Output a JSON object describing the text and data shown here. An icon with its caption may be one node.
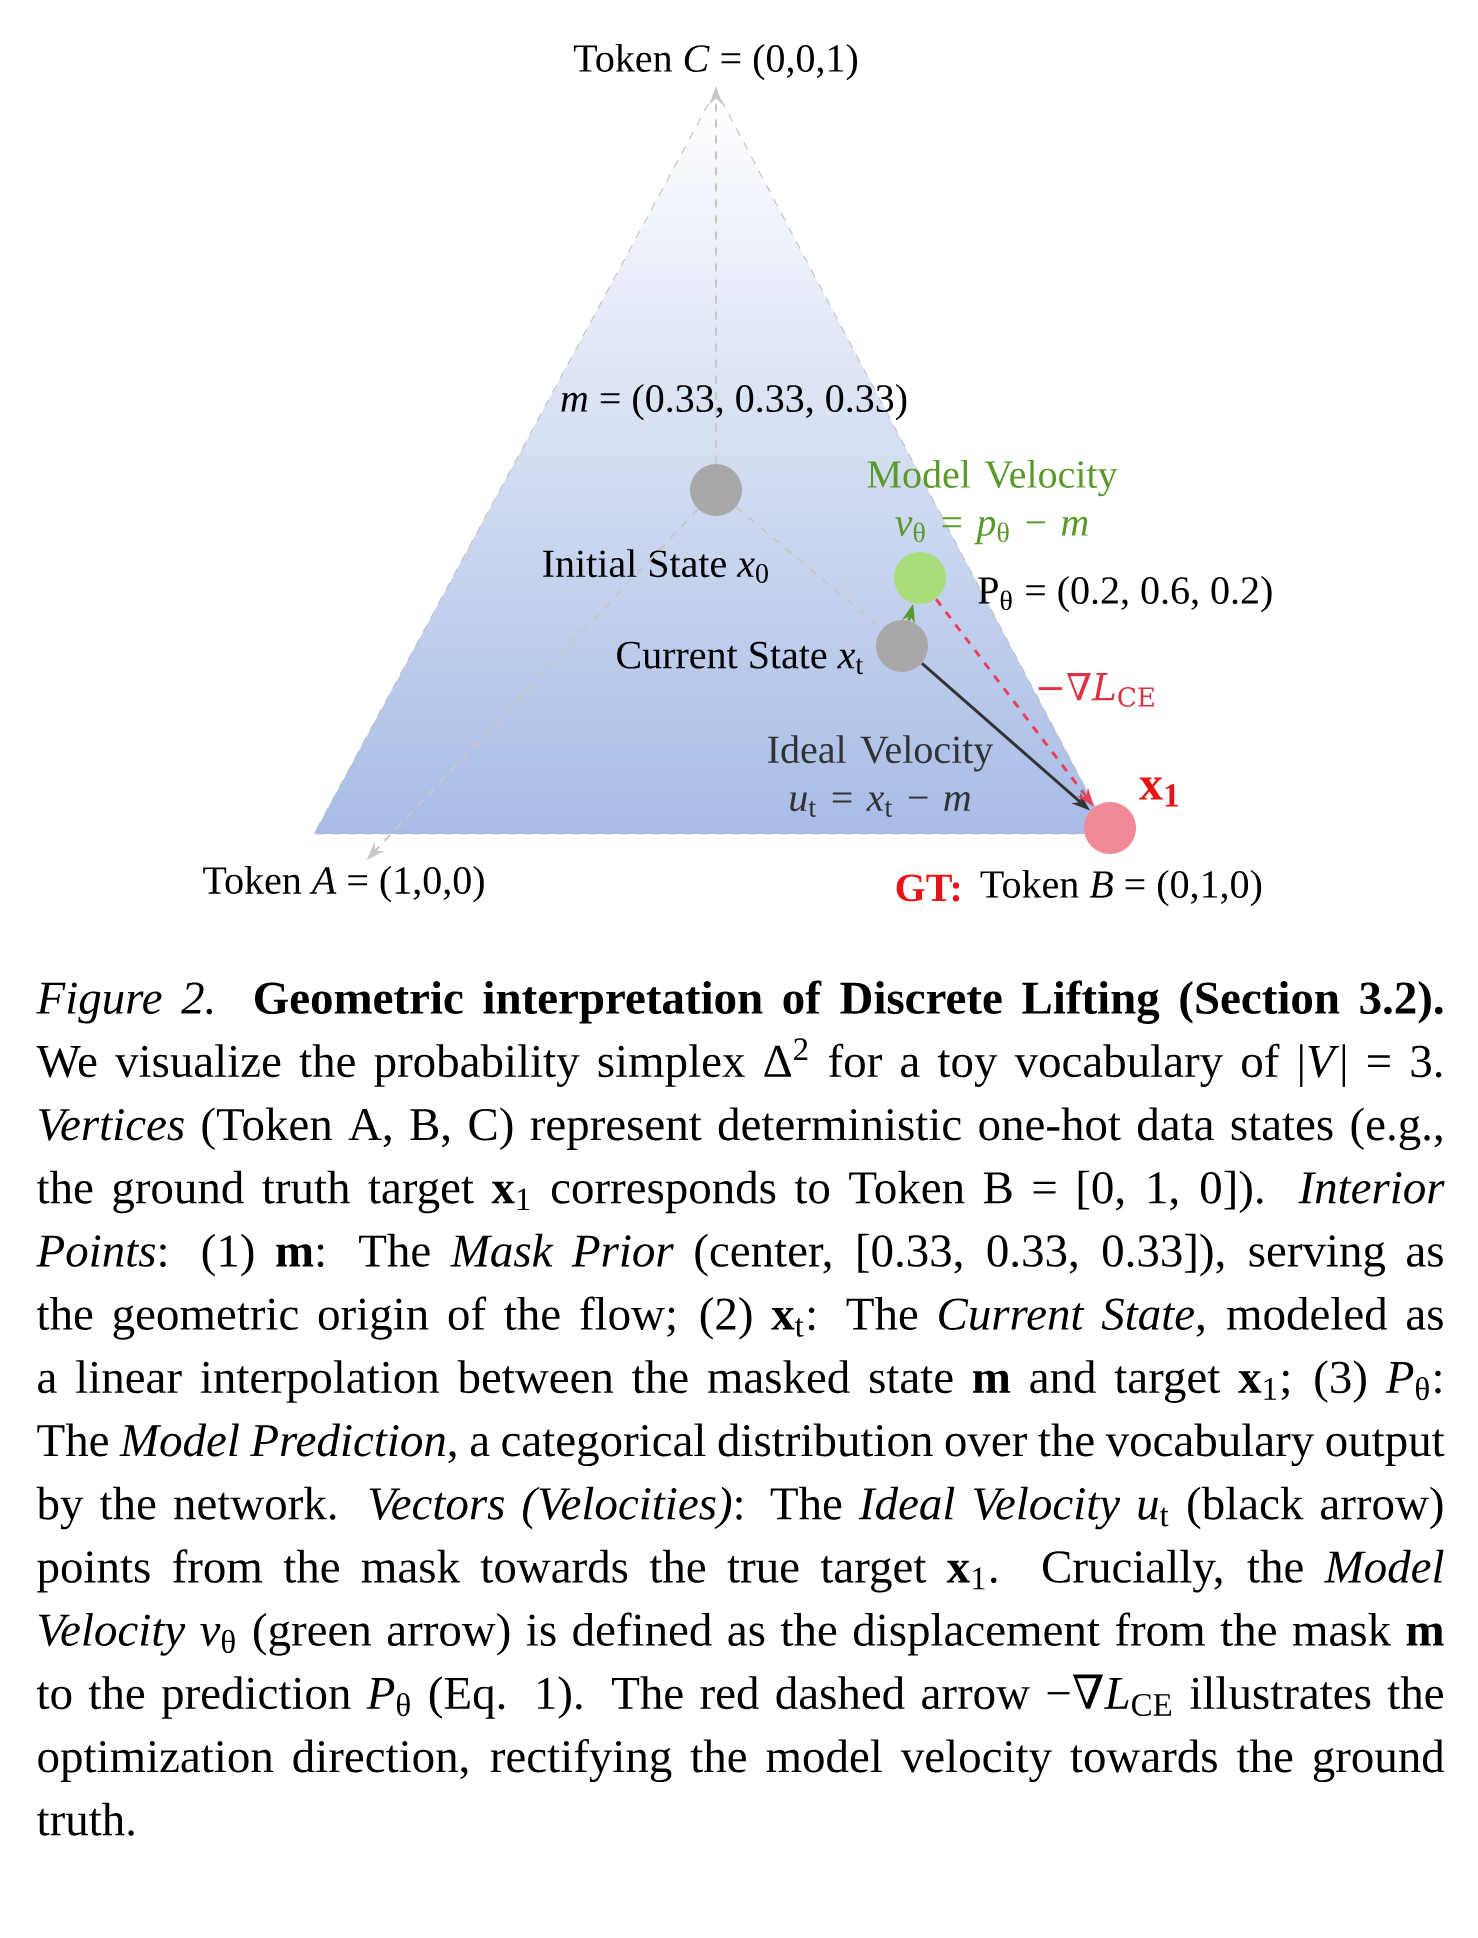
{
  "diagram": {
    "nodes": [
      {
        "text": [
          "Token *C* = (0,0,1)"
        ]
      },
      {
        "text": [],
        "shape": "circle",
        "beside": [
          "*m* = (0.33, 0.33, 0.33)",
          "Initial State *x*$_{0}$"
        ]
      },
      {
        "text": [],
        "shape": "circle",
        "beside": [
          "P$_{θ}$ = (0.2, 0.6, 0.2)"
        ]
      },
      {
        "text": [],
        "shape": "circle",
        "beside": [
          "Current State *x*$_{t}$"
        ]
      },
      {
        "text": [],
        "shape": "circle",
        "beside": [
          "x$_{1}$"
        ]
      },
      {
        "text": [
          "Token *A* = (1,0,0)"
        ]
      },
      {
        "text": [
          "Token *B* = (0,1,0)"
        ],
        "beside": [
          "GT:"
        ]
      }
    ],
    "edges": [
      {
        "from": 1,
        "to": 0,
        "arrow": "to",
        "style": "dashed"
      },
      {
        "from": 1,
        "to": 5,
        "arrow": "to",
        "style": "dashed"
      },
      {
        "from": 1,
        "to": 3,
        "arrow": "none",
        "style": "dashed"
      },
      {
        "from": 3,
        "to": 2,
        "arrow": "to",
        "color": "#5a9a2a",
        "label": "Model Velocity *v*$_{θ}$ = *p*$_{θ}$ − *m*"
      },
      {
        "from": 3,
        "to": 4,
        "arrow": "to",
        "color": "#333333",
        "label": "Ideal Velocity *u*$_{t}$ = *x*$_{t}$ − *m*"
      },
      {
        "from": 2,
        "to": 4,
        "arrow": "to",
        "style": "dashed",
        "color": "#e8405a",
        "label": "−∇*L*$_{CE}$"
      }
    ],
    "caption": "*Figure 2.* **Geometric interpretation of Discrete Lifting (Section 3.2).** We visualize the probability simplex Δ$^{2}$ for a toy vocabulary of |*V*| = 3. *Vertices* (Token A, B, C) represent deterministic one-hot data states (e.g., the ground truth target **x**$_{1}$ corresponds to Token B = [0, 1, 0]). *Interior Points*: (1) **m**: The *Mask Prior* (center, [0.33, 0.33, 0.33]), serving as the geometric origin of the flow; (2) **x**$_{t}$: The *Current State*, modeled as a linear interpolation between the masked state **m** and target **x**$_{1}$; (3) *P*$_{θ}$: The *Model Prediction*, a categorical distribution over the vocabulary output by the network. *Vectors (Velocities)*: The *Ideal Velocity u*$_{t}$ (black arrow) points from the mask towards the true target **x**$_{1}$. Crucially, the *Model Velocity v*$_{θ}$ (green arrow) is defined as the displacement from the mask **m** to the prediction *P*$_{θ}$ (Eq. 1). The red dashed arrow −∇*L*$_{CE}$ illustrates the optimization direction, rectifying the model velocity towards the ground truth."
  }
}
